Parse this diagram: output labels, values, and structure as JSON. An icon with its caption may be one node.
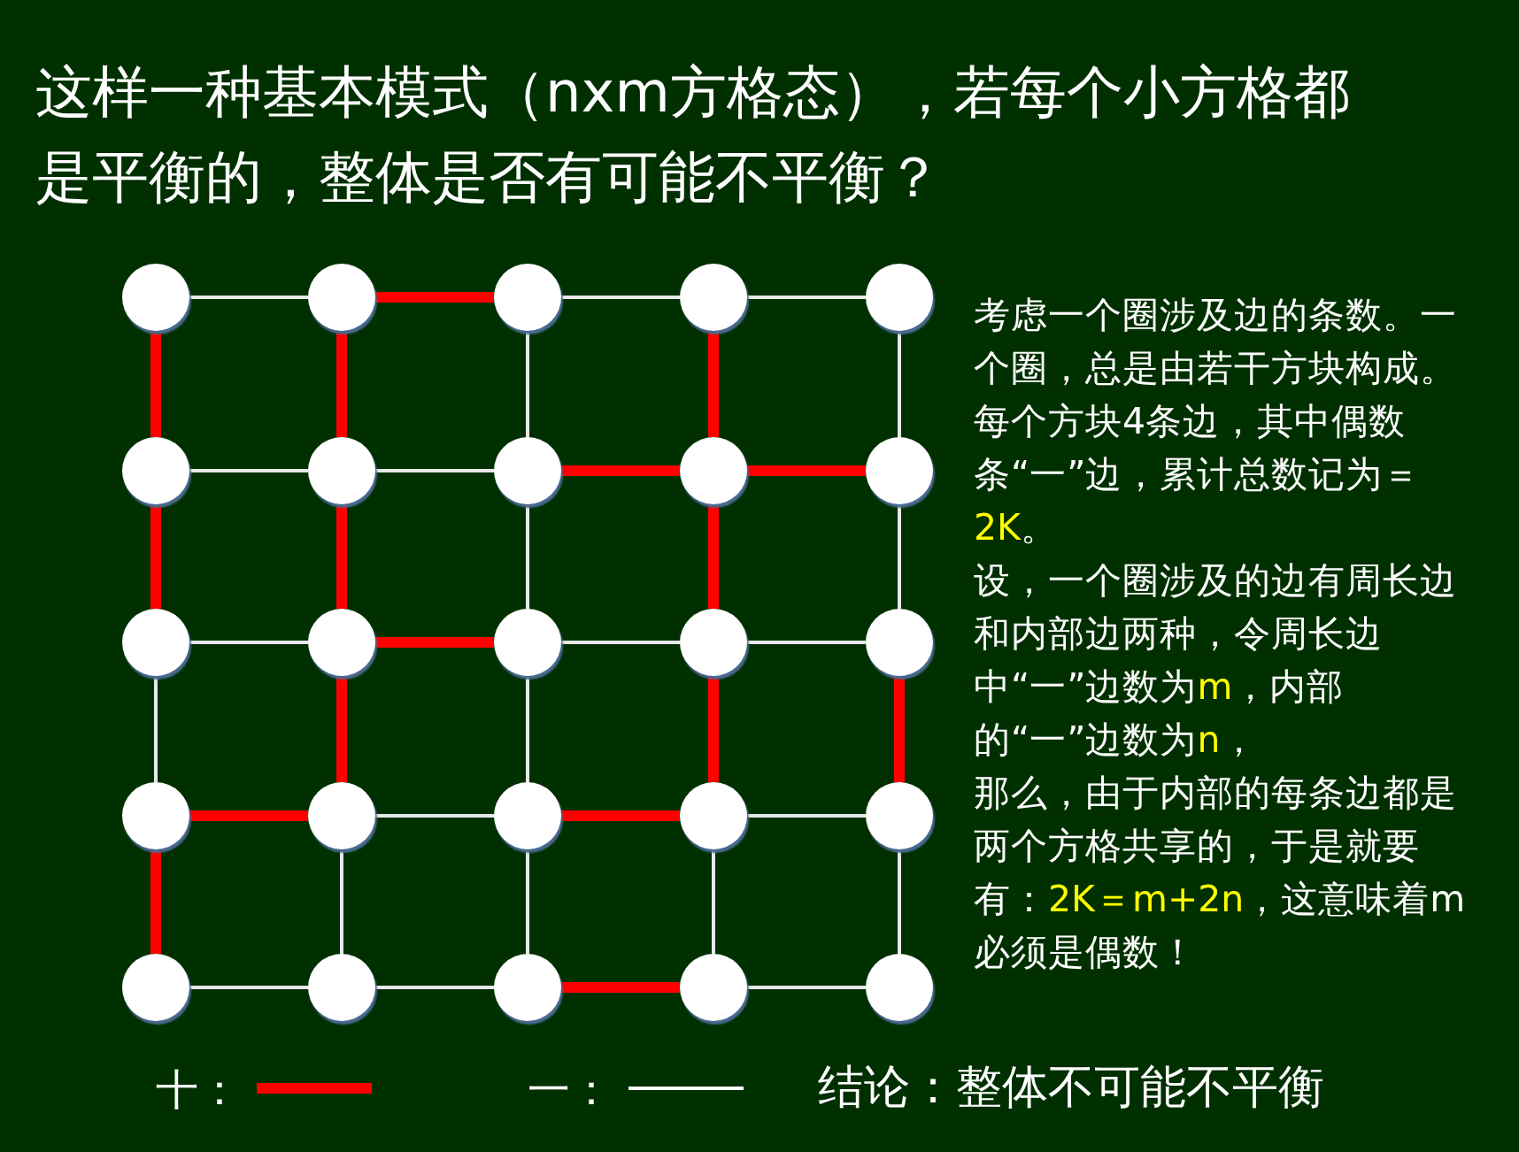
{
  "diagram": {
    "title": "这样一种基本模式（nxm方格态），若每个小方格都是平衡的，整体是否有可能不平衡？",
    "nodes": [
      {
        "text": [],
        "shape": "circle"
      },
      {
        "text": [],
        "shape": "circle"
      },
      {
        "text": [],
        "shape": "circle"
      },
      {
        "text": [],
        "shape": "circle"
      },
      {
        "text": [],
        "shape": "circle"
      },
      {
        "text": [],
        "shape": "circle"
      },
      {
        "text": [],
        "shape": "circle"
      },
      {
        "text": [],
        "shape": "circle"
      },
      {
        "text": [],
        "shape": "circle"
      },
      {
        "text": [],
        "shape": "circle"
      },
      {
        "text": [],
        "shape": "circle"
      },
      {
        "text": [],
        "shape": "circle"
      },
      {
        "text": [],
        "shape": "circle"
      },
      {
        "text": [],
        "shape": "circle"
      },
      {
        "text": [],
        "shape": "circle"
      },
      {
        "text": [],
        "shape": "circle"
      },
      {
        "text": [],
        "shape": "circle"
      },
      {
        "text": [],
        "shape": "circle"
      },
      {
        "text": [],
        "shape": "circle"
      },
      {
        "text": [],
        "shape": "circle"
      },
      {
        "text": [],
        "shape": "circle"
      },
      {
        "text": [],
        "shape": "circle"
      },
      {
        "text": [],
        "shape": "circle"
      },
      {
        "text": [],
        "shape": "circle"
      },
      {
        "text": [],
        "shape": "circle"
      }
    ],
    "edges": [
      {
        "from": 0,
        "to": 1,
        "arrow": "none"
      },
      {
        "from": 1,
        "to": 2,
        "arrow": "none",
        "style": "thick",
        "color": "#ff0000"
      },
      {
        "from": 2,
        "to": 3,
        "arrow": "none"
      },
      {
        "from": 3,
        "to": 4,
        "arrow": "none"
      },
      {
        "from": 5,
        "to": 6,
        "arrow": "none"
      },
      {
        "from": 6,
        "to": 7,
        "arrow": "none"
      },
      {
        "from": 7,
        "to": 8,
        "arrow": "none",
        "style": "thick",
        "color": "#ff0000"
      },
      {
        "from": 8,
        "to": 9,
        "arrow": "none",
        "style": "thick",
        "color": "#ff0000"
      },
      {
        "from": 10,
        "to": 11,
        "arrow": "none"
      },
      {
        "from": 11,
        "to": 12,
        "arrow": "none",
        "style": "thick",
        "color": "#ff0000"
      },
      {
        "from": 12,
        "to": 13,
        "arrow": "none"
      },
      {
        "from": 13,
        "to": 14,
        "arrow": "none"
      },
      {
        "from": 15,
        "to": 16,
        "arrow": "none",
        "style": "thick",
        "color": "#ff0000"
      },
      {
        "from": 16,
        "to": 17,
        "arrow": "none"
      },
      {
        "from": 17,
        "to": 18,
        "arrow": "none",
        "style": "thick",
        "color": "#ff0000"
      },
      {
        "from": 18,
        "to": 19,
        "arrow": "none"
      },
      {
        "from": 20,
        "to": 21,
        "arrow": "none"
      },
      {
        "from": 21,
        "to": 22,
        "arrow": "none"
      },
      {
        "from": 22,
        "to": 23,
        "arrow": "none",
        "style": "thick",
        "color": "#ff0000"
      },
      {
        "from": 23,
        "to": 24,
        "arrow": "none"
      },
      {
        "from": 0,
        "to": 5,
        "arrow": "none",
        "style": "thick",
        "color": "#ff0000"
      },
      {
        "from": 1,
        "to": 6,
        "arrow": "none",
        "style": "thick",
        "color": "#ff0000"
      },
      {
        "from": 2,
        "to": 7,
        "arrow": "none"
      },
      {
        "from": 3,
        "to": 8,
        "arrow": "none",
        "style": "thick",
        "color": "#ff0000"
      },
      {
        "from": 4,
        "to": 9,
        "arrow": "none"
      },
      {
        "from": 5,
        "to": 10,
        "arrow": "none",
        "style": "thick",
        "color": "#ff0000"
      },
      {
        "from": 6,
        "to": 11,
        "arrow": "none",
        "style": "thick",
        "color": "#ff0000"
      },
      {
        "from": 7,
        "to": 12,
        "arrow": "none"
      },
      {
        "from": 8,
        "to": 13,
        "arrow": "none",
        "style": "thick",
        "color": "#ff0000"
      },
      {
        "from": 9,
        "to": 14,
        "arrow": "none"
      },
      {
        "from": 10,
        "to": 15,
        "arrow": "none"
      },
      {
        "from": 11,
        "to": 16,
        "arrow": "none",
        "style": "thick",
        "color": "#ff0000"
      },
      {
        "from": 12,
        "to": 17,
        "arrow": "none"
      },
      {
        "from": 13,
        "to": 18,
        "arrow": "none",
        "style": "thick",
        "color": "#ff0000"
      },
      {
        "from": 14,
        "to": 19,
        "arrow": "none",
        "style": "thick",
        "color": "#ff0000"
      },
      {
        "from": 15,
        "to": 20,
        "arrow": "none",
        "style": "thick",
        "color": "#ff0000"
      },
      {
        "from": 16,
        "to": 21,
        "arrow": "none"
      },
      {
        "from": 17,
        "to": 22,
        "arrow": "none"
      },
      {
        "from": 18,
        "to": 23,
        "arrow": "none"
      },
      {
        "from": 19,
        "to": 24,
        "arrow": "none"
      }
    ],
    "labels": [
      "考虑一个圈涉及边的条数。一个圈，总是由若干方块构成。每个方块4条边，其中偶数条“一”边，累计总数记为＝",
      "2K",
      "。",
      "设，一个圈涉及的边有周长边和内部边两种，令周长边中“一”边数为",
      "m",
      "，内部的“一”边数为",
      "n",
      "，",
      "那么，由于内部的每条边都是两个方格共享的，于是就要有：",
      "2K＝m+2n",
      "，这意味着m必须是偶数！",
      "结论：整体不可能不平衡"
    ],
    "legend": [
      {
        "text": "十：",
        "color": "#ff0000"
      },
      {
        "text": "一：",
        "color": "#ffffff"
      }
    ]
  }
}
